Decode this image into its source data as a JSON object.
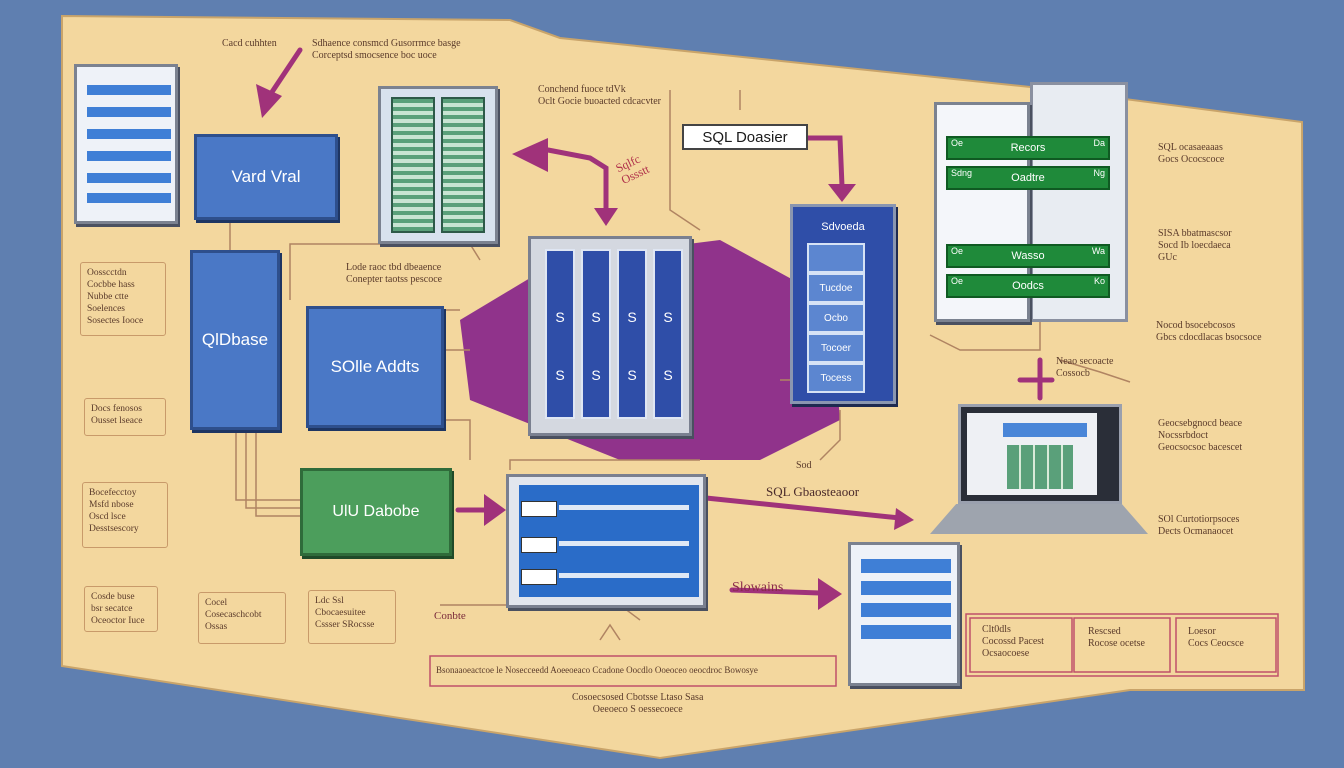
{
  "colors": {
    "background": "#5f7fb0",
    "paper": "#f3d79e",
    "accent_arrow": "#a0327a",
    "purple_shape": "#8a2a8a",
    "db_blue": "#4a78c6",
    "db_green": "#4c9e5c"
  },
  "top_labels": {
    "left_small": "Cacd cuhhten",
    "left_line1": "Sdhaence consmcd Gusorrmce basge",
    "left_line2": "Corceptsd smocsence boc uoce",
    "center_line1": "Conchend fuoce tdVk",
    "center_line2": "Oclt Gocie buoacted cdcacvter"
  },
  "boxes": {
    "vard": "Vard Vral",
    "qldbase": "QlDbase",
    "solle": "SOlle Addts",
    "ulu": "UlU Dabobe",
    "sql_header": "SQL Doasier"
  },
  "mid_labels": {
    "line1": "Lode raoc tbd dbeaence",
    "line2": "Conepter taotss pescoce"
  },
  "left_notes": [
    {
      "lines": [
        "Oosscctdn",
        "Cocbbe hass",
        "Nubbe ctte",
        "Soelences",
        "Sosectes Iooce"
      ]
    },
    {
      "lines": [
        "Docs fenosos",
        "Ousset lseace"
      ]
    },
    {
      "lines": [
        "Bocefecctoy",
        "Msfd nbose",
        "Oscd lsce",
        "Desstsescory"
      ]
    },
    {
      "lines": [
        "Cosde buse",
        "bsr secatce",
        "Oceoctor Iuce"
      ]
    }
  ],
  "bottom_notes": [
    {
      "lines": [
        "Cocel",
        "Cosecaschcobt",
        "Ossas"
      ]
    },
    {
      "lines": [
        "Ldc Ssl",
        "Cbocaesuitee",
        "Cssser SRocsse"
      ]
    }
  ],
  "red_label": "Sqlfc\nOssstt",
  "server_columns": [
    {
      "top": "S",
      "bottom": "S"
    },
    {
      "top": "S",
      "bottom": "S"
    },
    {
      "top": "S",
      "bottom": "S"
    },
    {
      "top": "S",
      "bottom": "S"
    }
  ],
  "tower": {
    "title": "Sdvoeda",
    "rows": [
      "",
      "Tucdoe",
      "Ocbo",
      "Tocoer",
      "Tocess"
    ]
  },
  "green_bars": [
    {
      "label": "Recors",
      "l": "Oe",
      "r": "Da"
    },
    {
      "label": "Oadtre",
      "l": "Sdng",
      "r": "Ng"
    },
    {
      "label": "Wasso",
      "l": "Oe",
      "r": "Wa"
    },
    {
      "label": "Oodcs",
      "l": "Oe",
      "r": "Ko"
    }
  ],
  "right_labels": [
    {
      "lines": [
        "SQL ocasaeaaas",
        "Gocs Ococscoce"
      ]
    },
    {
      "lines": [
        "SISA bbatmascsor",
        "Socd Ib loecdaeca",
        "GUc"
      ]
    },
    {
      "lines": [
        "Nocod bsocebcosos",
        "Gbcs cdocdlacas bsocsoce"
      ]
    },
    {
      "lines": [
        "Geocsebgnocd beace",
        "Nocssrbdoct",
        "Geocsocsoc bacescet"
      ]
    },
    {
      "lines": [
        "SOl Curtotiorpsoces",
        "Dects Ocmanaocet"
      ]
    }
  ],
  "near_monitor": {
    "line1": "Neao secoacte",
    "line2": "Cossocb"
  },
  "sql_ucc": "SQL Gbaosteaoor",
  "small_sod": "Sod",
  "slowains": "Slowains",
  "contie": "Conbte",
  "bottom_bar": "Bsonaaoeactcoe le Nosecceedd Aoeeoeaco Ccadone Oocdlo Ooeoceo oeocdroc Bowosye",
  "bottom_caption": {
    "line1": "Cosoecsosed Cbotsse Ltaso Sasa",
    "line2": "Oeeoeco S oessecoece"
  },
  "bottom_right_cells": [
    {
      "lines": [
        "Clt0dls",
        "Cocossd Pacest",
        "Ocsaocoese"
      ]
    },
    {
      "lines": [
        "Rescsed",
        "Rocose ocetse"
      ]
    },
    {
      "lines": [
        "Loesor",
        "Cocs Ceocsce"
      ]
    }
  ]
}
